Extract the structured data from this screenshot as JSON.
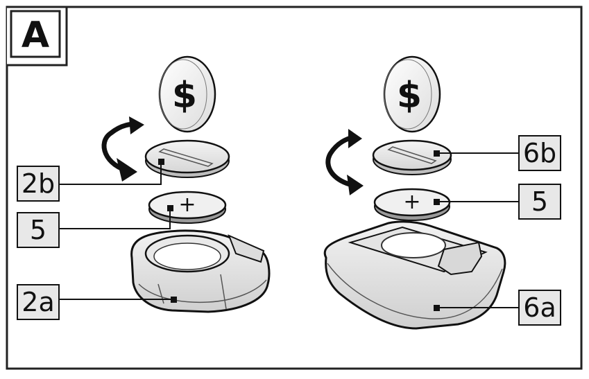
{
  "panel": {
    "label": "A"
  },
  "left_assembly": {
    "coin_symbol": "$",
    "battery_symbol": "+",
    "callouts": {
      "cover": "2b",
      "battery": "5",
      "base": "2a"
    }
  },
  "right_assembly": {
    "coin_symbol": "$",
    "battery_symbol": "+",
    "callouts": {
      "cover": "6b",
      "battery": "5",
      "base": "6a"
    }
  },
  "colors": {
    "stroke": "#111111",
    "label_fill": "#e8e8e8",
    "frame": "#222222"
  }
}
